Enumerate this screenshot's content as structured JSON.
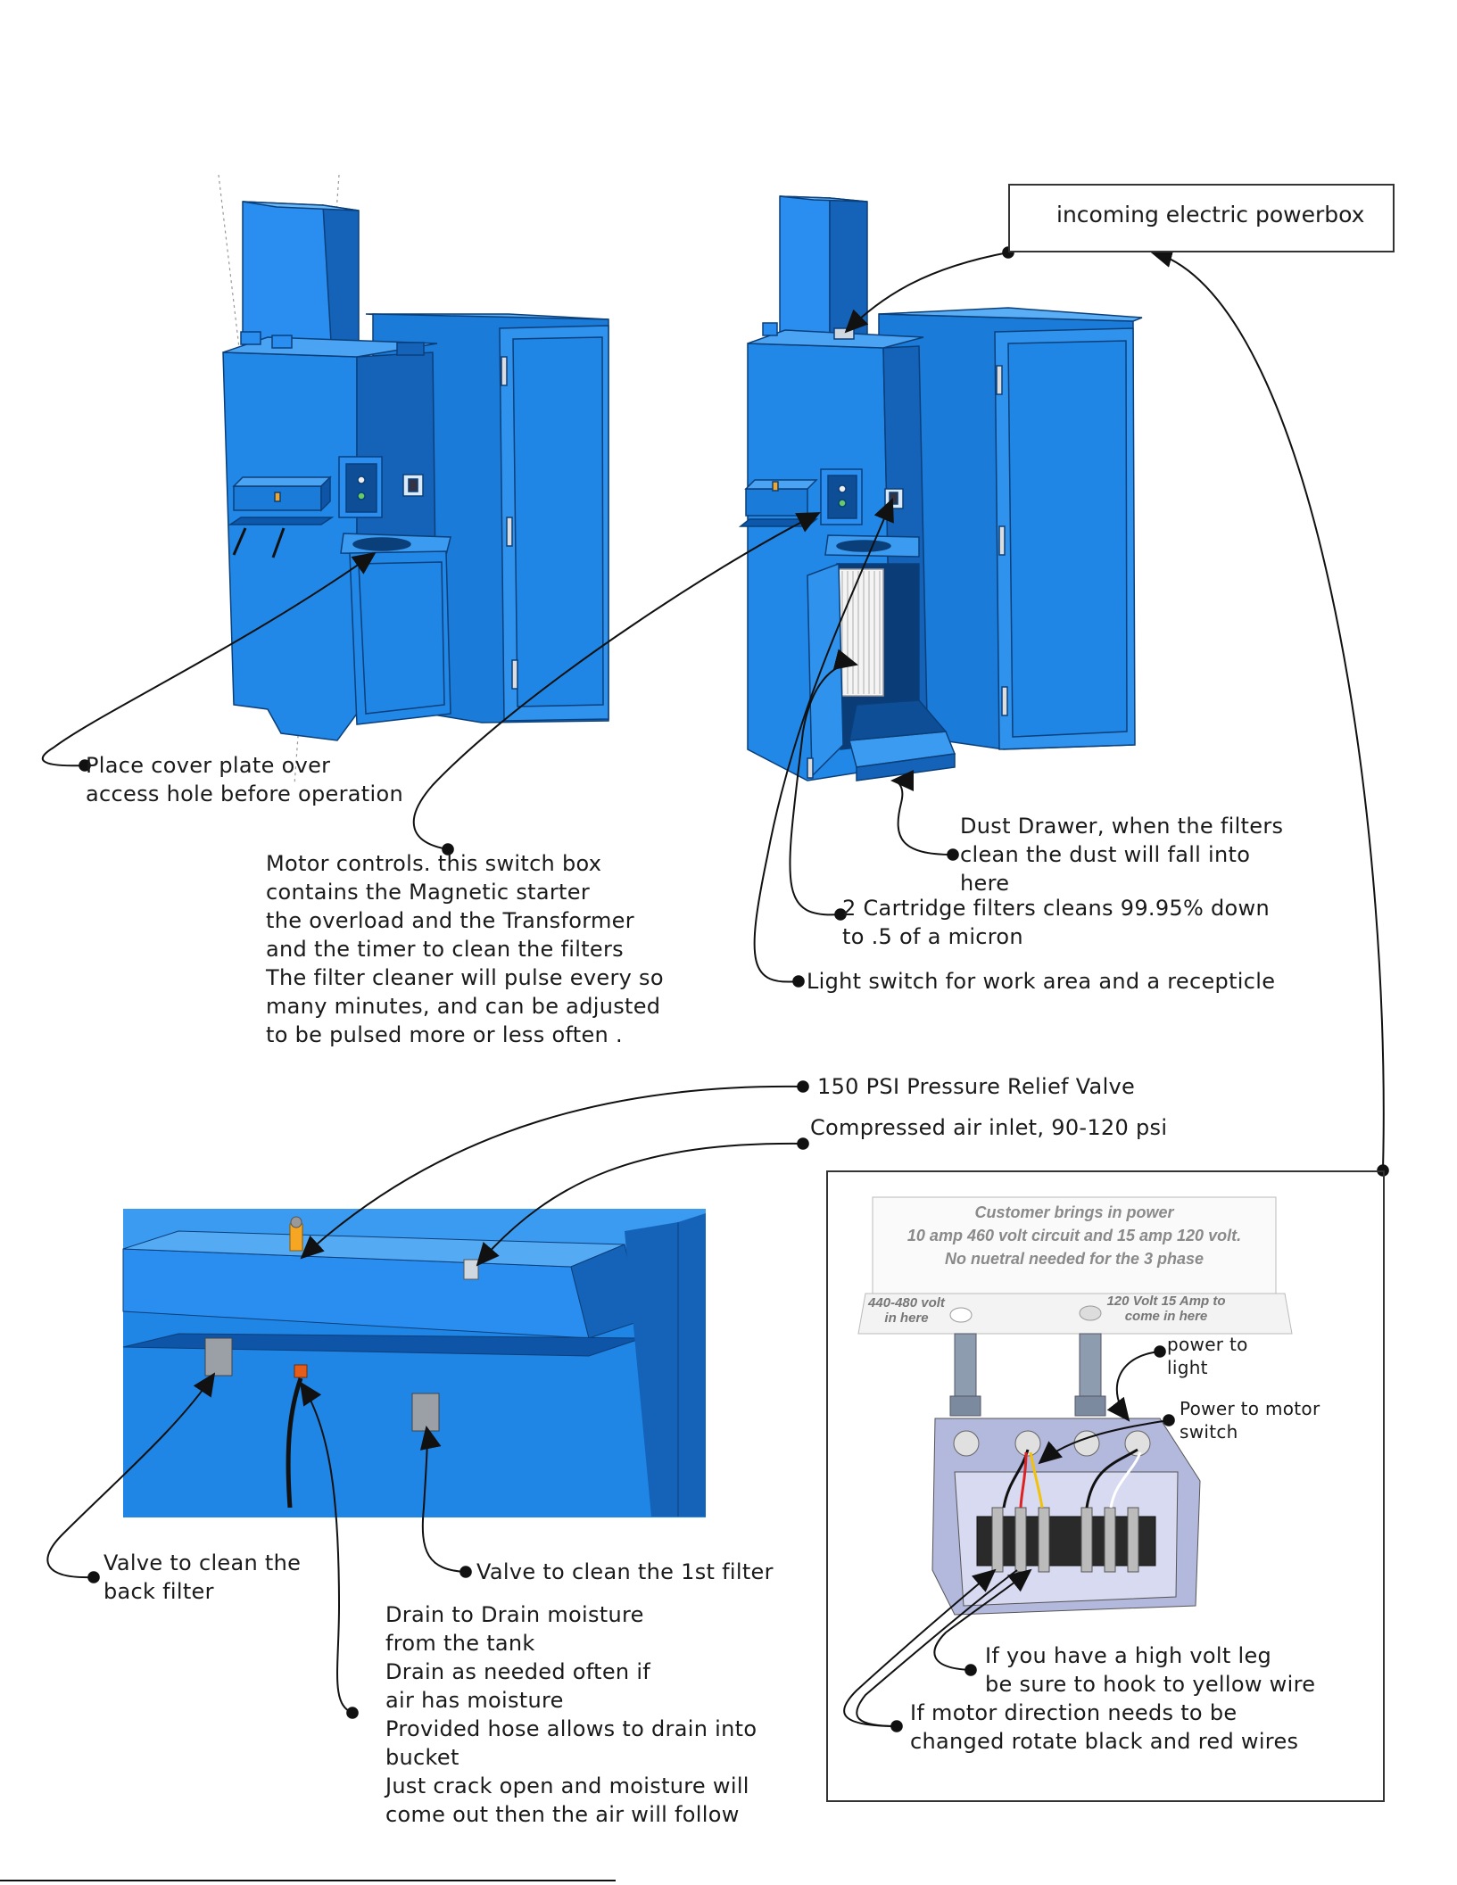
{
  "labels": {
    "cover_plate": "Place cover plate over\naccess hole before operation",
    "motor_controls": "Motor controls. this switch box\ncontains the Magnetic starter\nthe overload and the Transformer\nand the timer to clean the filters\nThe filter cleaner will pulse every so\nmany minutes, and can be adjusted\nto be pulsed more or less often .",
    "powerbox": "incoming electric powerbox",
    "dust_drawer": "Dust Drawer, when the filters\nclean the dust will fall into\nhere",
    "cartridge_filters": "2 Cartridge filters cleans 99.95% down\nto .5 of a micron",
    "light_switch": "Light switch for work area and a recepticle",
    "relief_valve": "150 PSI Pressure Relief Valve",
    "air_inlet": "Compressed air inlet, 90-120 psi",
    "valve_back": "Valve to clean the\nback filter",
    "valve_first": "Valve to clean the 1st filter",
    "drain": "Drain to Drain moisture\nfrom the tank\nDrain as needed often if\nair has moisture\nProvided hose allows to drain into\nbucket\nJust crack open and moisture will\ncome out then the air will follow",
    "power_to_light": "power to\nlight",
    "power_to_motor": "Power to motor\nswitch",
    "high_volt_leg": "If you have a high volt leg\nbe sure to hook to yellow wire",
    "motor_direction": "If motor direction needs to be\nchanged rotate black and red wires"
  },
  "panel": {
    "header": "Customer brings in power\n10 amp 460 volt circuit and 15 amp 120 volt.\nNo nuetral needed for the 3 phase",
    "left_hole": "440-480 volt\nin here",
    "right_hole": "120 Volt 15 Amp to\ncome in here"
  },
  "colors": {
    "machine_blue": "#1f86e6",
    "machine_dark": "#1463b8",
    "machine_light": "#3a9bf0",
    "outline": "#0b3f7a"
  }
}
